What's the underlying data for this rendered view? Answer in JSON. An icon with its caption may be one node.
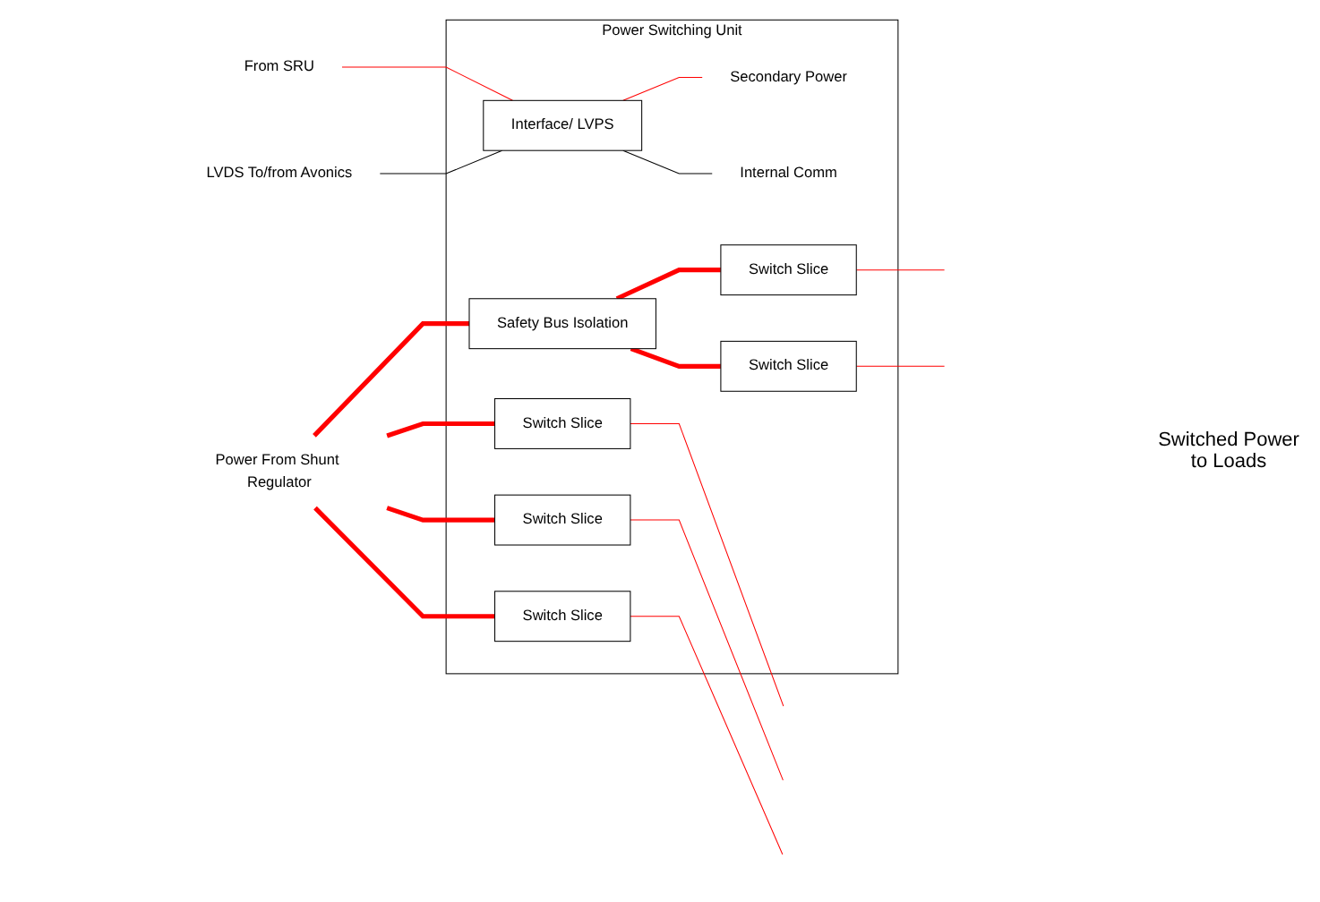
{
  "diagram": {
    "nodes": [
      {
        "text": [
          "Power Switching Unit"
        ]
      },
      {
        "text": [
          "Power From Shunt Regulator"
        ]
      },
      {
        "text": [
          "Switch Slice"
        ],
        "in": 0
      },
      {
        "text": [
          "Switch Slice"
        ],
        "in": 0
      },
      {
        "text": [
          "Switch Slice"
        ],
        "in": 0
      },
      {
        "text": [
          "Safety Bus Isolation"
        ],
        "in": 0
      },
      {
        "text": [
          "Switch Slice"
        ],
        "in": 0
      },
      {
        "text": [
          "Switch Slice"
        ],
        "in": 0
      },
      {
        "text": [
          "Interface/ LVPS"
        ],
        "in": 0
      },
      {
        "text": [
          "Internal Comm"
        ],
        "in": 0
      },
      {
        "text": [
          "Secondary Power"
        ],
        "in": 0
      },
      {
        "text": [
          "LVDS To/from Avonics"
        ]
      },
      {
        "text": [
          "From SRU"
        ]
      }
    ],
    "edges": [
      {
        "from": 1,
        "to": 2,
        "arrow": "none",
        "style": "thick"
      },
      {
        "from": 1,
        "to": 3,
        "arrow": "none",
        "style": "thick"
      },
      {
        "from": 1,
        "to": 4,
        "arrow": "none",
        "style": "thick"
      },
      {
        "from": 1,
        "to": 5,
        "arrow": "none",
        "style": "thick"
      },
      {
        "from": 5,
        "to": 6,
        "arrow": "none",
        "style": "thick"
      },
      {
        "from": 5,
        "to": 7,
        "arrow": "none",
        "style": "thick"
      },
      {
        "from": 2,
        "to": null,
        "arrow": "none"
      },
      {
        "from": 3,
        "to": null,
        "arrow": "none"
      },
      {
        "from": 4,
        "to": null,
        "arrow": "none"
      },
      {
        "from": 6,
        "to": null,
        "arrow": "none"
      },
      {
        "from": 7,
        "to": null,
        "arrow": "none"
      },
      {
        "from": 8,
        "to": 9,
        "arrow": "none",
        "color": "#000000"
      },
      {
        "from": 8,
        "to": 10,
        "arrow": "none"
      },
      {
        "from": 11,
        "to": 8,
        "arrow": "none",
        "color": "#000000"
      },
      {
        "from": 12,
        "to": 8,
        "arrow": "none"
      }
    ],
    "labels": [
      "Switched Power to Loads"
    ]
  }
}
